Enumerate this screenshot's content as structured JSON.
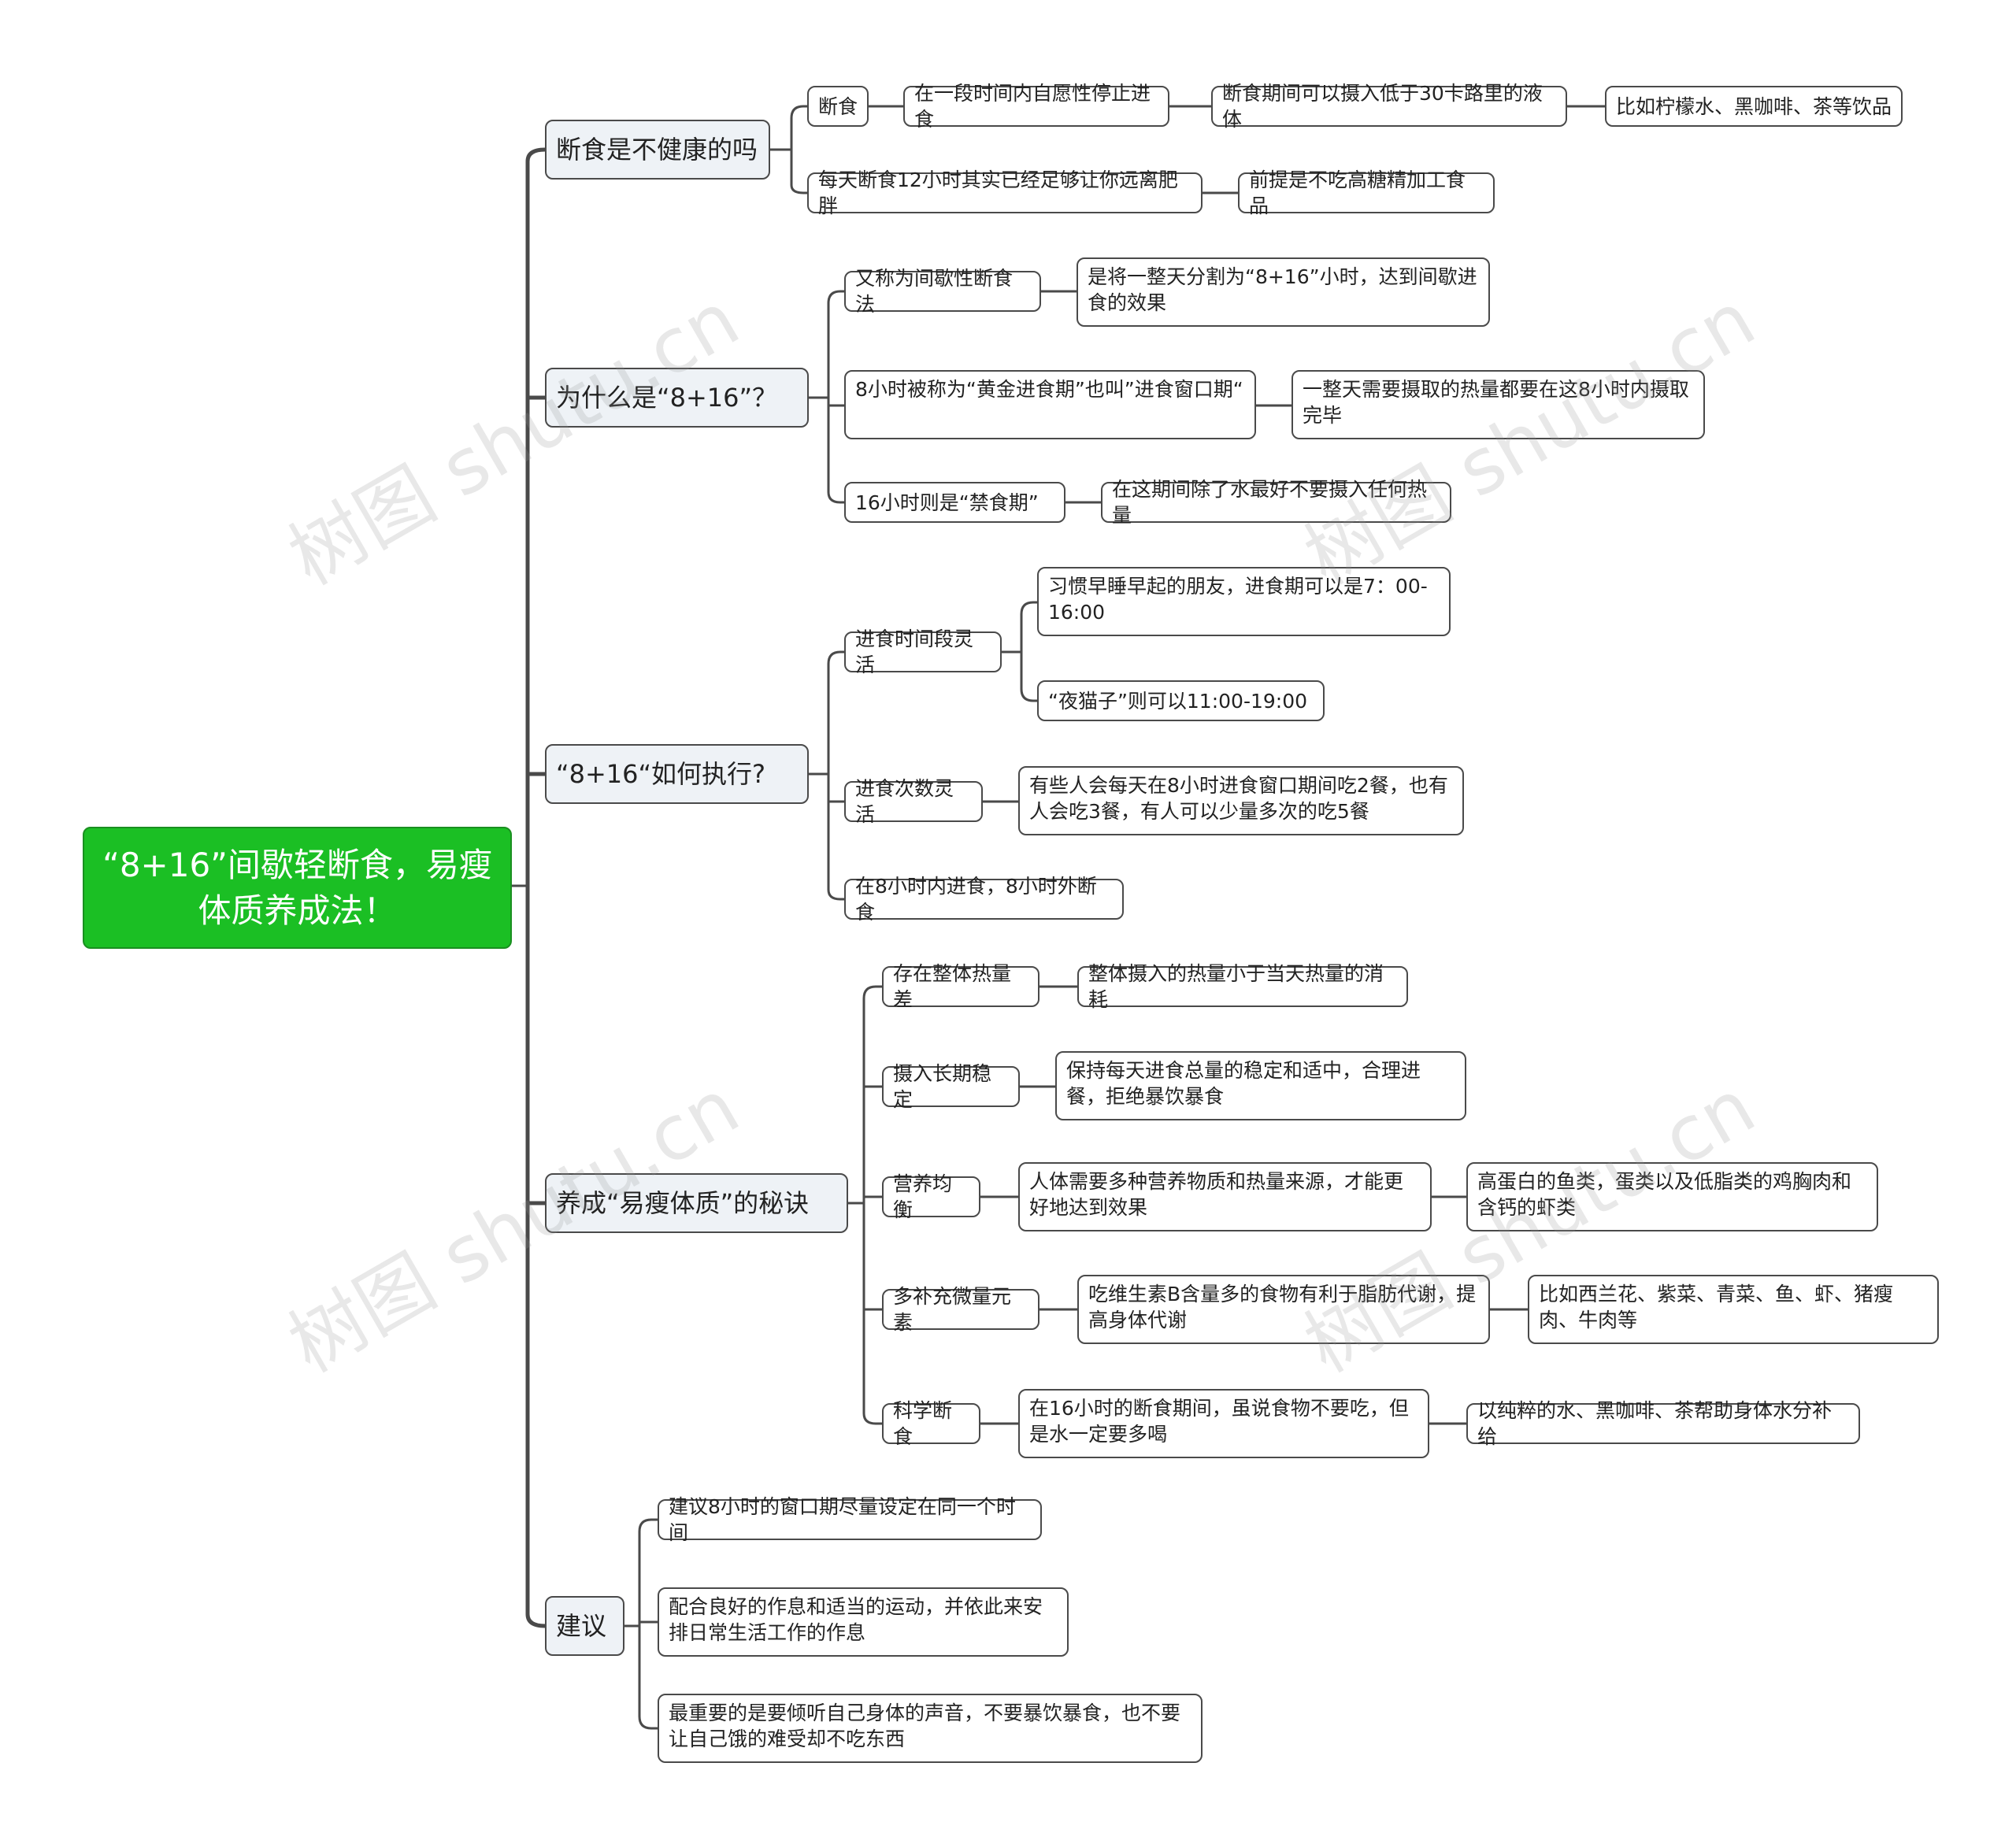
{
  "root": {
    "title": "“8+16”间歇轻断食，易瘦体质养成法！"
  },
  "branches": {
    "b1": {
      "label": "断食是不健康的吗",
      "c1": {
        "label": "断食",
        "d1": {
          "label": "在一段时间内自愿性停止进食",
          "e1": {
            "label": "断食期间可以摄入低于30卡路里的液体",
            "f1": {
              "label": "比如柠檬水、黑咖啡、茶等饮品"
            }
          }
        }
      },
      "c2": {
        "label": "每天断食12小时其实已经足够让你远离肥胖",
        "d1": {
          "label": "前提是不吃高糖精加工食品"
        }
      }
    },
    "b2": {
      "label": "为什么是“8+16”？",
      "c1": {
        "label": "又称为间歇性断食法",
        "d1": {
          "label": "是将一整天分割为“8+16”小时，达到间歇进食的效果"
        }
      },
      "c2": {
        "label": "8小时被称为“黄金进食期”也叫”进食窗口期“",
        "d1": {
          "label": "一整天需要摄取的热量都要在这8小时内摄取完毕"
        }
      },
      "c3": {
        "label": "16小时则是“禁食期”",
        "d1": {
          "label": "在这期间除了水最好不要摄入任何热量"
        }
      }
    },
    "b3": {
      "label": "“8+16“如何执行?",
      "c1": {
        "label": "进食时间段灵活",
        "d1": {
          "label": "习惯早睡早起的朋友，进食期可以是7：00-16:00"
        },
        "d2": {
          "label": "“夜猫子”则可以11:00-19:00"
        }
      },
      "c2": {
        "label": "进食次数灵活",
        "d1": {
          "label": "有些人会每天在8小时进食窗口期间吃2餐，也有人会吃3餐，有人可以少量多次的吃5餐"
        }
      },
      "c3": {
        "label": "在8小时内进食，8小时外断食"
      }
    },
    "b4": {
      "label": "养成“易瘦体质”的秘诀",
      "c1": {
        "label": "存在整体热量差",
        "d1": {
          "label": "整体摄入的热量小于当天热量的消耗"
        }
      },
      "c2": {
        "label": "摄入长期稳定",
        "d1": {
          "label": "保持每天进食总量的稳定和适中，合理进餐，拒绝暴饮暴食"
        }
      },
      "c3": {
        "label": "营养均衡",
        "d1": {
          "label": "人体需要多种营养物质和热量来源，才能更好地达到效果",
          "e1": {
            "label": "高蛋白的鱼类，蛋类以及低脂类的鸡胸肉和含钙的虾类"
          }
        }
      },
      "c4": {
        "label": "多补充微量元素",
        "d1": {
          "label": "吃维生素B含量多的食物有利于脂肪代谢，提高身体代谢",
          "e1": {
            "label": "比如西兰花、紫菜、青菜、鱼、虾、猪瘦肉、牛肉等"
          }
        }
      },
      "c5": {
        "label": "科学断食",
        "d1": {
          "label": "在16小时的断食期间，虽说食物不要吃，但是水一定要多喝",
          "e1": {
            "label": "以纯粹的水、黑咖啡、茶帮助身体水分补给"
          }
        }
      }
    },
    "b5": {
      "label": "建议",
      "c1": {
        "label": "建议8小时的窗口期尽量设定在同一个时间"
      },
      "c2": {
        "label": "配合良好的作息和适当的运动，并依此来安排日常生活工作的作息"
      },
      "c3": {
        "label": "最重要的是要倾听自己身体的声音，不要暴饮暴食，也不要让自己饿的难受却不吃东西"
      }
    }
  },
  "watermark": {
    "text": "树图 shutu.cn"
  },
  "colors": {
    "root_fill": "#1bbf24",
    "line": "#4a4a4a",
    "branch_fill": "#eef2f6"
  }
}
